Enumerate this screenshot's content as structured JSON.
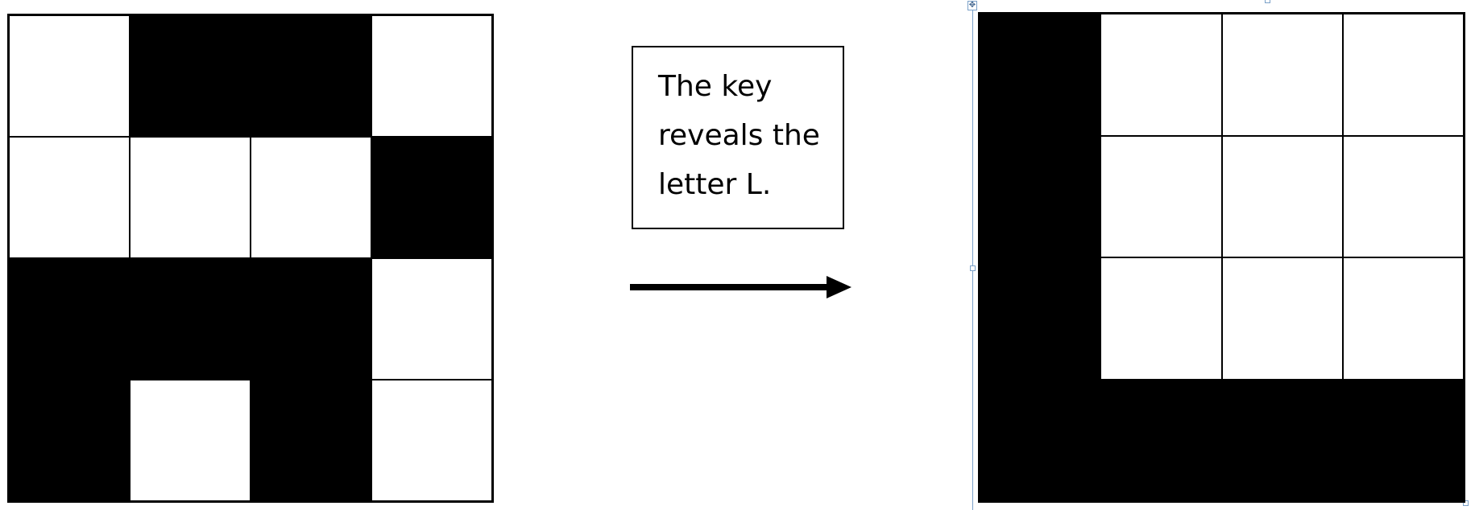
{
  "caption": {
    "text": "The key\nreveals the\nletter L."
  },
  "grids": {
    "input": {
      "rows": [
        [
          "white",
          "black",
          "black",
          "white"
        ],
        [
          "white",
          "white",
          "white",
          "black"
        ],
        [
          "black",
          "black",
          "black",
          "white"
        ],
        [
          "black",
          "white",
          "black",
          "white"
        ]
      ]
    },
    "output": {
      "rows": [
        [
          "black",
          "white",
          "white",
          "white"
        ],
        [
          "black",
          "white",
          "white",
          "white"
        ],
        [
          "black",
          "white",
          "white",
          "white"
        ],
        [
          "black",
          "black",
          "black",
          "black"
        ]
      ]
    }
  },
  "icons": {
    "arrow": "right-arrow-icon",
    "move_handle": "move-handle-icon"
  },
  "colors": {
    "fill": "#000000",
    "background": "#ffffff",
    "selection": "#7aa0c8"
  }
}
